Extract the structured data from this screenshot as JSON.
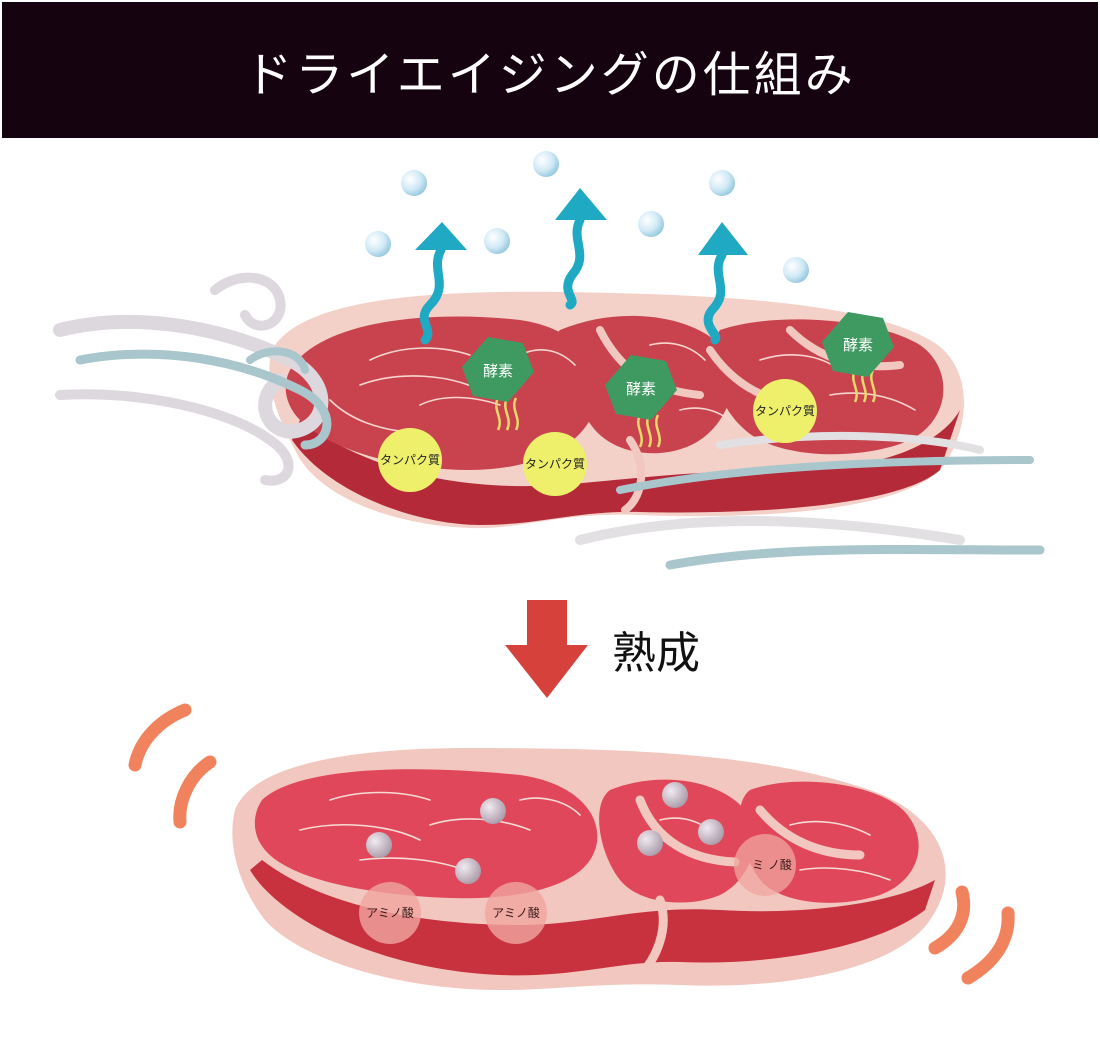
{
  "header": {
    "title": "ドライエイジングの仕組み"
  },
  "labels": {
    "enzyme": "酵素",
    "protein": "タンパク質",
    "amino_acid": "アミノ酸",
    "amino_acid_partial": "ミ ノ酸",
    "maturation": "熟成"
  },
  "colors": {
    "banner": "#150410",
    "meat_red": "#cf3d4a",
    "fat": "#f2c7bf",
    "enzyme": "#3f9a62",
    "protein": "#eef06c",
    "arrow_moisture": "#1fa9c3",
    "arrow_down": "#d6423b",
    "warm_lines": "#f0835d"
  }
}
